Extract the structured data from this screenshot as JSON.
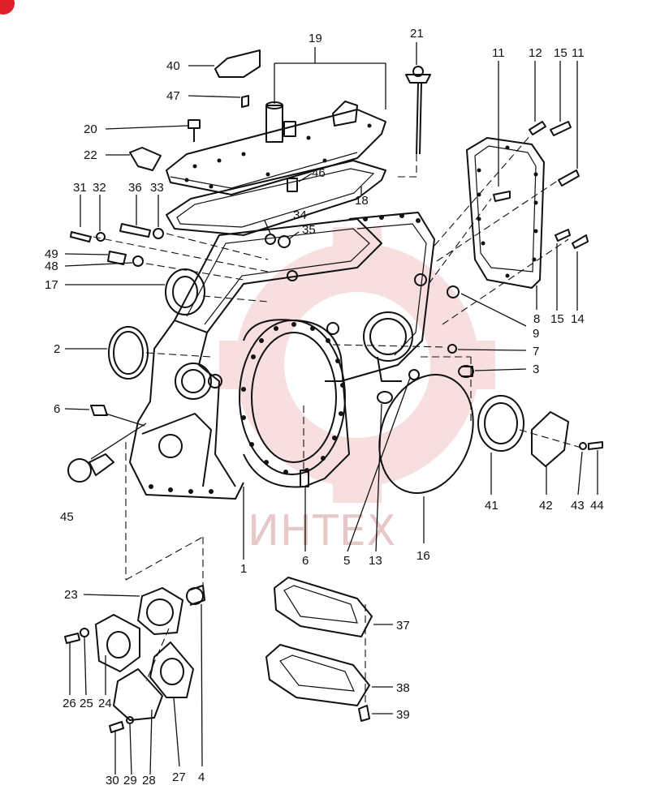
{
  "diagram": {
    "part_labels": [
      "19",
      "21",
      "40",
      "47",
      "11",
      "12",
      "15",
      "11",
      "20",
      "22",
      "46",
      "31",
      "32",
      "36",
      "33",
      "18",
      "34",
      "35",
      "49",
      "48",
      "17",
      "2",
      "6",
      "45",
      "1",
      "6",
      "5",
      "13",
      "16",
      "41",
      "42",
      "43",
      "44",
      "8",
      "15",
      "14",
      "9",
      "7",
      "3",
      "23",
      "37",
      "38",
      "39",
      "26",
      "25",
      "24",
      "27",
      "4",
      "30",
      "29",
      "28"
    ],
    "watermark": "ИНТЕХ",
    "colors": {
      "ink": "#111111",
      "watermark": "#e8bcbc",
      "badge": "#e0202a"
    }
  }
}
